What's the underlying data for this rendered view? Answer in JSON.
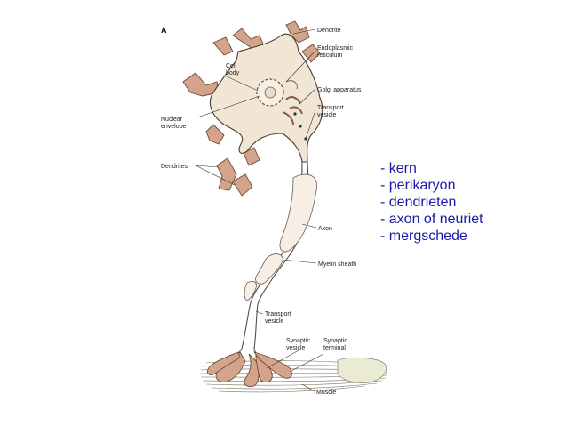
{
  "figure": {
    "panel_letter": "A",
    "labels": {
      "dendrite": "Dendrite",
      "endoplasmic_reticulum_1": "Endoplasmic",
      "endoplasmic_reticulum_2": "reticulum",
      "cell_body_1": "Cell",
      "cell_body_2": "body",
      "golgi": "Golgi apparatus",
      "transport_vesicle_top_1": "Transport",
      "transport_vesicle_top_2": "vesicle",
      "nuclear_envelope_1": "Nuclear",
      "nuclear_envelope_2": "envelope",
      "dendrites": "Dendrites",
      "axon": "Axon",
      "myelin_sheath": "Myelin sheath",
      "transport_vesicle_bottom_1": "Transport",
      "transport_vesicle_bottom_2": "vesicle",
      "synaptic_vesicle_1": "Synaptic",
      "synaptic_vesicle_2": "vesicle",
      "synaptic_terminal_1": "Synaptic",
      "synaptic_terminal_2": "terminal",
      "muscle": "Muscle"
    }
  },
  "legend": {
    "items": [
      "- kern",
      "- perikaryon",
      "- dendrieten",
      "- axon of neuriet",
      "- mergschede"
    ],
    "color": "#1a1aa8"
  }
}
